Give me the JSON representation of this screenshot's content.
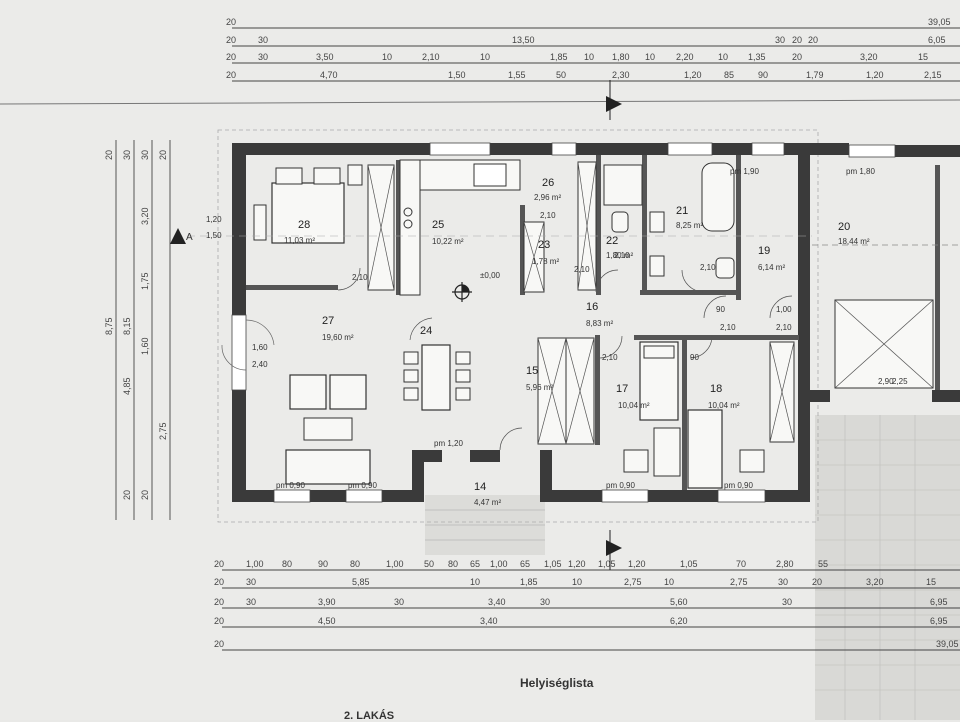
{
  "top_dims": {
    "row1": [
      "20",
      "39,05"
    ],
    "row2": [
      "20",
      "30",
      "13,50",
      "30",
      "20",
      "20",
      "6,05"
    ],
    "row3": [
      "20",
      "30",
      "3,50",
      "10",
      "2,10",
      "10",
      "1,85",
      "10",
      "1,80",
      "10",
      "2,20",
      "10",
      "1,35",
      "20",
      "3,20",
      "15"
    ],
    "row4": [
      "20",
      "4,70",
      "1,50",
      "1,55",
      "50",
      "2,30",
      "1,20",
      "85",
      "90",
      "1,79",
      "1,20",
      "2,15"
    ]
  },
  "bottom_dims": {
    "row1": [
      "20",
      "1,00",
      "80",
      "90",
      "80",
      "1,00",
      "50",
      "80",
      "65",
      "1,00",
      "65",
      "1,05",
      "1,20",
      "1,05",
      "1,20",
      "1,05",
      "70",
      "2,80",
      "55"
    ],
    "row2": [
      "20",
      "30",
      "5,85",
      "10",
      "1,85",
      "10",
      "2,75",
      "10",
      "2,75",
      "30",
      "20",
      "3,20",
      "15"
    ],
    "row3": [
      "20",
      "30",
      "3,90",
      "30",
      "3,40",
      "30",
      "5,60",
      "30",
      "6,95"
    ],
    "row4": [
      "20",
      "4,50",
      "3,40",
      "6,20",
      "6,95"
    ],
    "row5": [
      "20",
      "39,05"
    ]
  },
  "left_dims": [
    "8,75",
    "8,15",
    "4,85",
    "1,60",
    "1,75",
    "3,20",
    "2,75",
    "30",
    "20",
    "20",
    "30",
    "20",
    "20"
  ],
  "rooms": [
    {
      "num": "28",
      "area": "11,03 m²"
    },
    {
      "num": "25",
      "area": "10,22 m²"
    },
    {
      "num": "26",
      "area": "2,96 m²"
    },
    {
      "num": "23",
      "area": "1,78 m²"
    },
    {
      "num": "22",
      "area": "1,80 m²"
    },
    {
      "num": "21",
      "area": "8,25 m²"
    },
    {
      "num": "19",
      "area": "6,14 m²"
    },
    {
      "num": "20",
      "area": "18,44 m²"
    },
    {
      "num": "27",
      "area": "19,60 m²"
    },
    {
      "num": "24",
      "area": ""
    },
    {
      "num": "16",
      "area": "8,83 m²"
    },
    {
      "num": "15",
      "area": "5,96 m²"
    },
    {
      "num": "17",
      "area": "10,04 m²"
    },
    {
      "num": "18",
      "area": "10,04 m²"
    },
    {
      "num": "14",
      "area": "4,47 m²"
    }
  ],
  "window_labels": [
    "pm 1,90",
    "pm 1,80",
    "pm 0,90",
    "pm 0,90",
    "pm 1,20",
    "pm 0,90",
    "pm 0,90"
  ],
  "opening_labels": [
    "1,20",
    "1,50",
    "1,60",
    "2,40",
    "2,10",
    "2,10",
    "2,10",
    "2,10",
    "2,10",
    "1,00",
    "2,10",
    "90",
    "2,10",
    "90",
    "2,10",
    "2,90",
    "2,25",
    "±0,00"
  ],
  "section_marker": "A",
  "helyiseg_title": "Helyiséglista",
  "lakas_title": "2. LAKÁS"
}
